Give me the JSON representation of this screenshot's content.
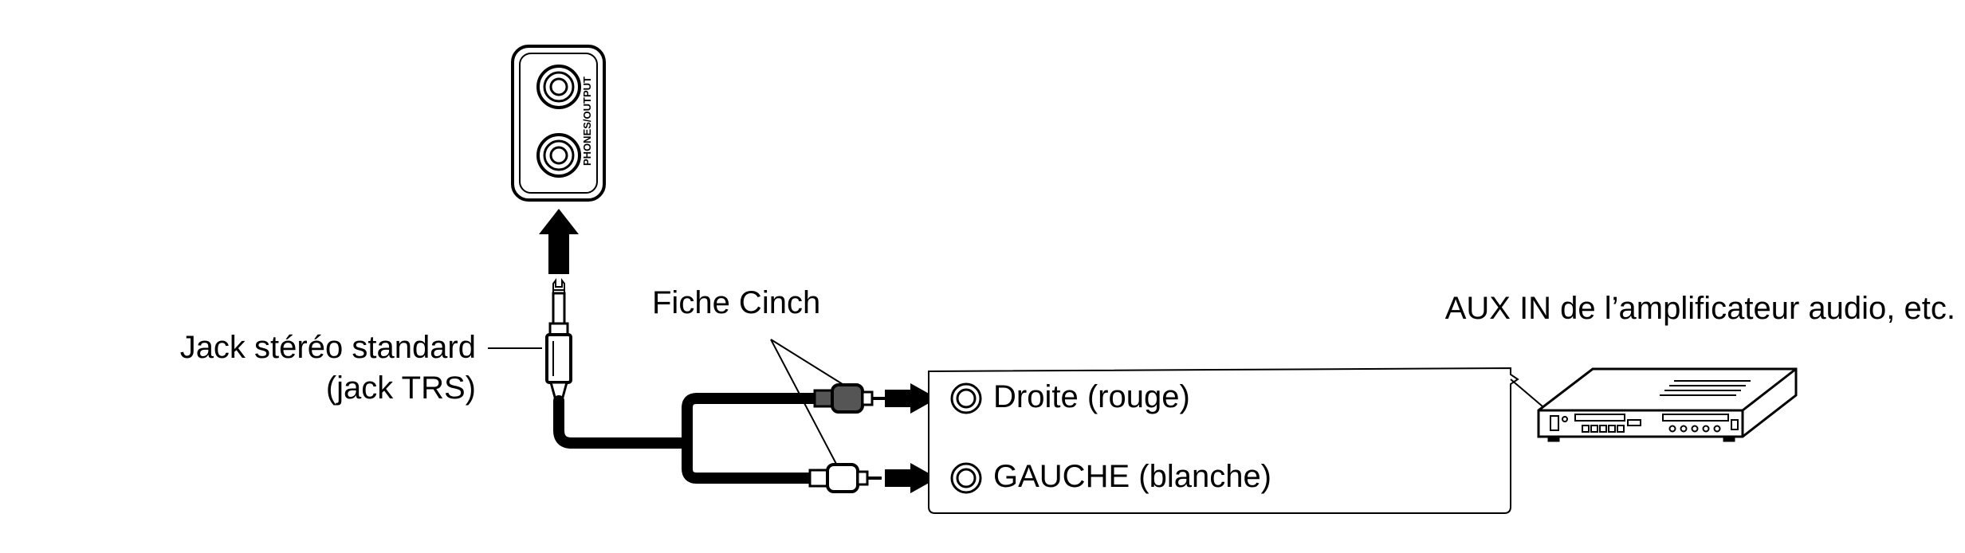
{
  "panel": {
    "port_label": "PHONES/OUTPUT"
  },
  "labels": {
    "trs_line1": "Jack stéréo standard",
    "trs_line2": "(jack TRS)",
    "rca_plug": "Fiche Cinch",
    "amplifier": "AUX IN de l’amplificateur audio, etc."
  },
  "box": {
    "right_channel": "Droite (rouge)",
    "left_channel": "GAUCHE (blanche)"
  }
}
